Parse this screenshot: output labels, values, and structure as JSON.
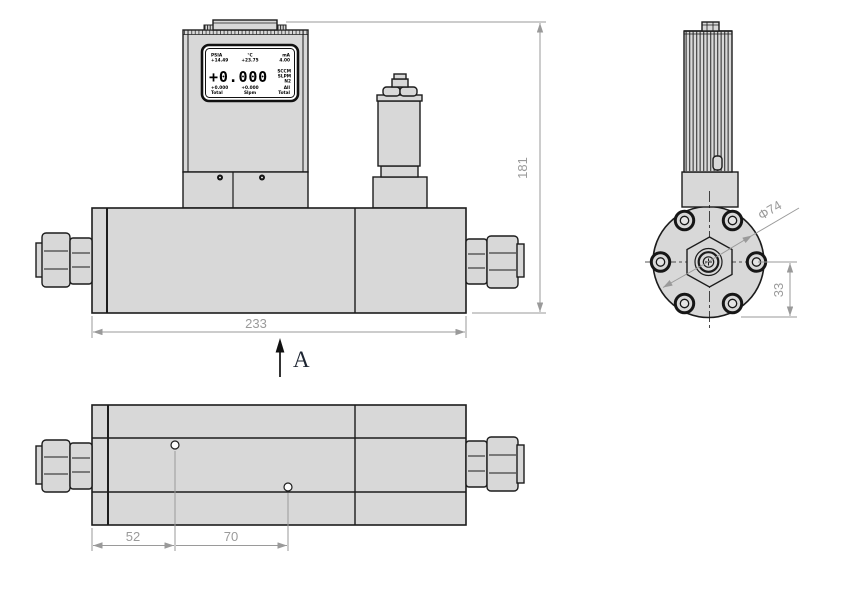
{
  "screen": {
    "top_row": [
      {
        "label": "PSIA",
        "value": "+14.49"
      },
      {
        "label": "°C",
        "value": "+23.75"
      },
      {
        "label": "mA",
        "value": "4.00"
      }
    ],
    "main_value": "+0.000",
    "unit_column": [
      "SCCM",
      "SLPM",
      "N2"
    ],
    "bottom_row": [
      {
        "value": "+0.000",
        "label": "Total"
      },
      {
        "value": "+0.000",
        "label": "Slpm"
      },
      {
        "value": "All",
        "label": "Total"
      }
    ]
  },
  "dims": {
    "overall_height": "181",
    "overall_length": "233",
    "port_offset": "52",
    "hole_spacing": "70",
    "flange_diameter": "Φ74",
    "flange_offset": "33"
  },
  "labels": {
    "section_arrow": "A"
  },
  "colors": {
    "body_fill": "#d8d8d8",
    "outline": "#1c1c1c",
    "dimension": "#9a9a9a",
    "screen_bg": "#ffffff"
  }
}
